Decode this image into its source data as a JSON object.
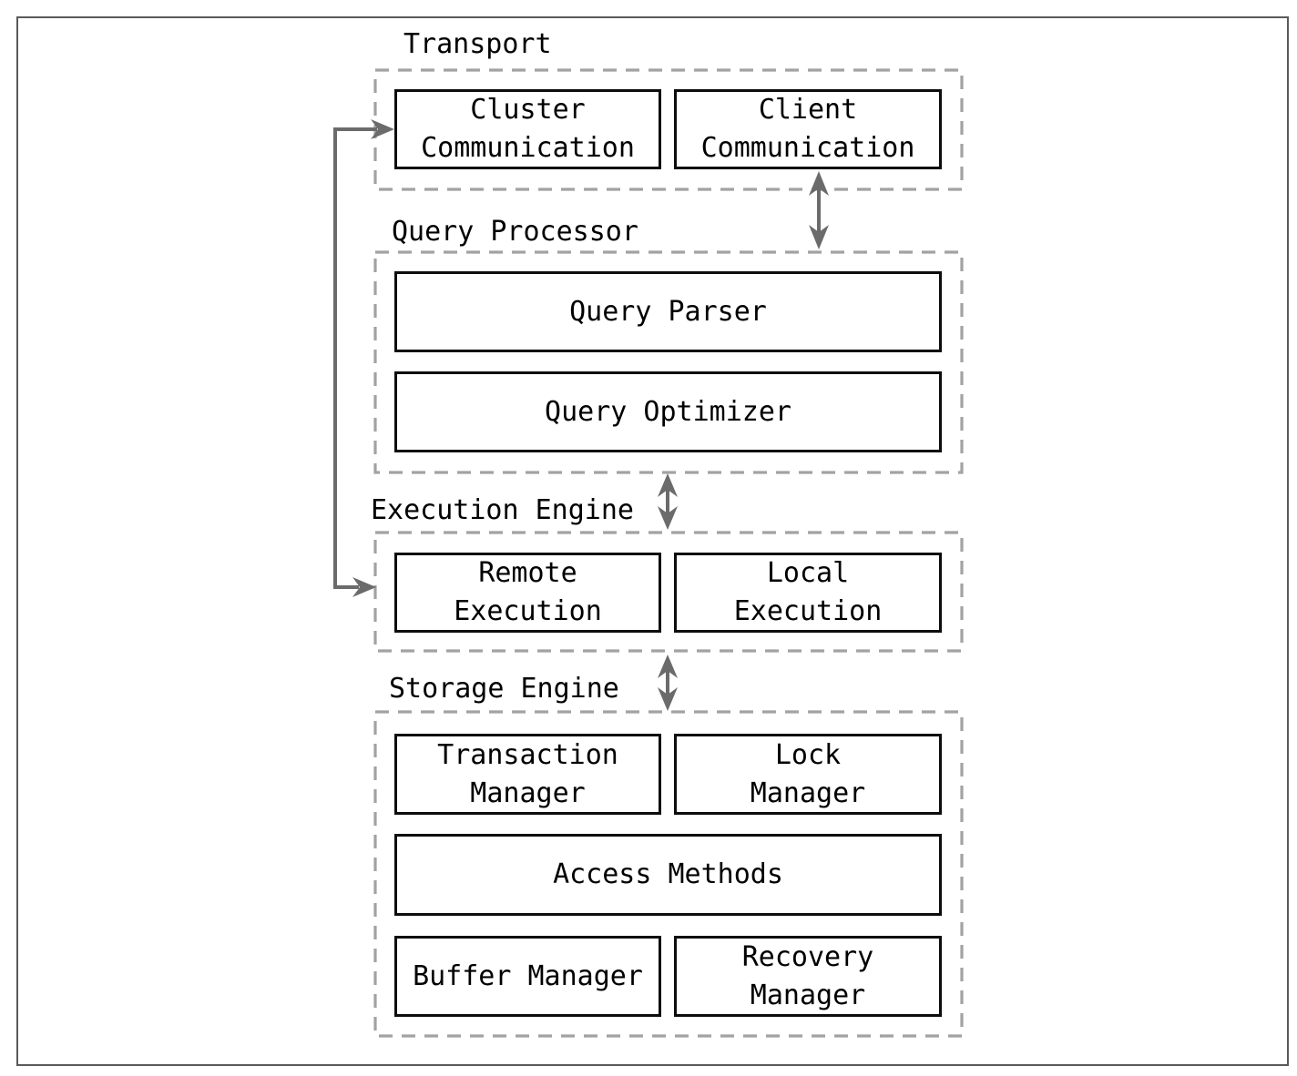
{
  "colors": {
    "background": "#ffffff",
    "text": "#000000",
    "box_border": "#0d0d0d",
    "dashed_border": "#a2a2a2",
    "arrow": "#6b6b6b",
    "frame_border": "#5a5a5a"
  },
  "sections": [
    {
      "id": "transport",
      "title": "Transport",
      "boxes": [
        {
          "label": "Cluster\nCommunication"
        },
        {
          "label": "Client\nCommunication"
        }
      ]
    },
    {
      "id": "query-processor",
      "title": "Query Processor",
      "boxes": [
        {
          "label": "Query Parser"
        },
        {
          "label": "Query Optimizer"
        }
      ]
    },
    {
      "id": "execution-engine",
      "title": "Execution Engine",
      "boxes": [
        {
          "label": "Remote\nExecution"
        },
        {
          "label": "Local\nExecution"
        }
      ]
    },
    {
      "id": "storage-engine",
      "title": "Storage Engine",
      "boxes": [
        {
          "label": "Transaction\nManager"
        },
        {
          "label": "Lock\nManager"
        },
        {
          "label": "Access Methods"
        },
        {
          "label": "Buffer Manager"
        },
        {
          "label": "Recovery\nManager"
        }
      ]
    }
  ],
  "connections": [
    {
      "from": "Client Communication",
      "to": "Query Processor",
      "type": "double-headed"
    },
    {
      "from": "Query Processor",
      "to": "Execution Engine",
      "type": "double-headed"
    },
    {
      "from": "Execution Engine",
      "to": "Storage Engine",
      "type": "double-headed"
    },
    {
      "from": "Cluster Communication",
      "to": "Remote Execution",
      "type": "double-headed"
    }
  ]
}
